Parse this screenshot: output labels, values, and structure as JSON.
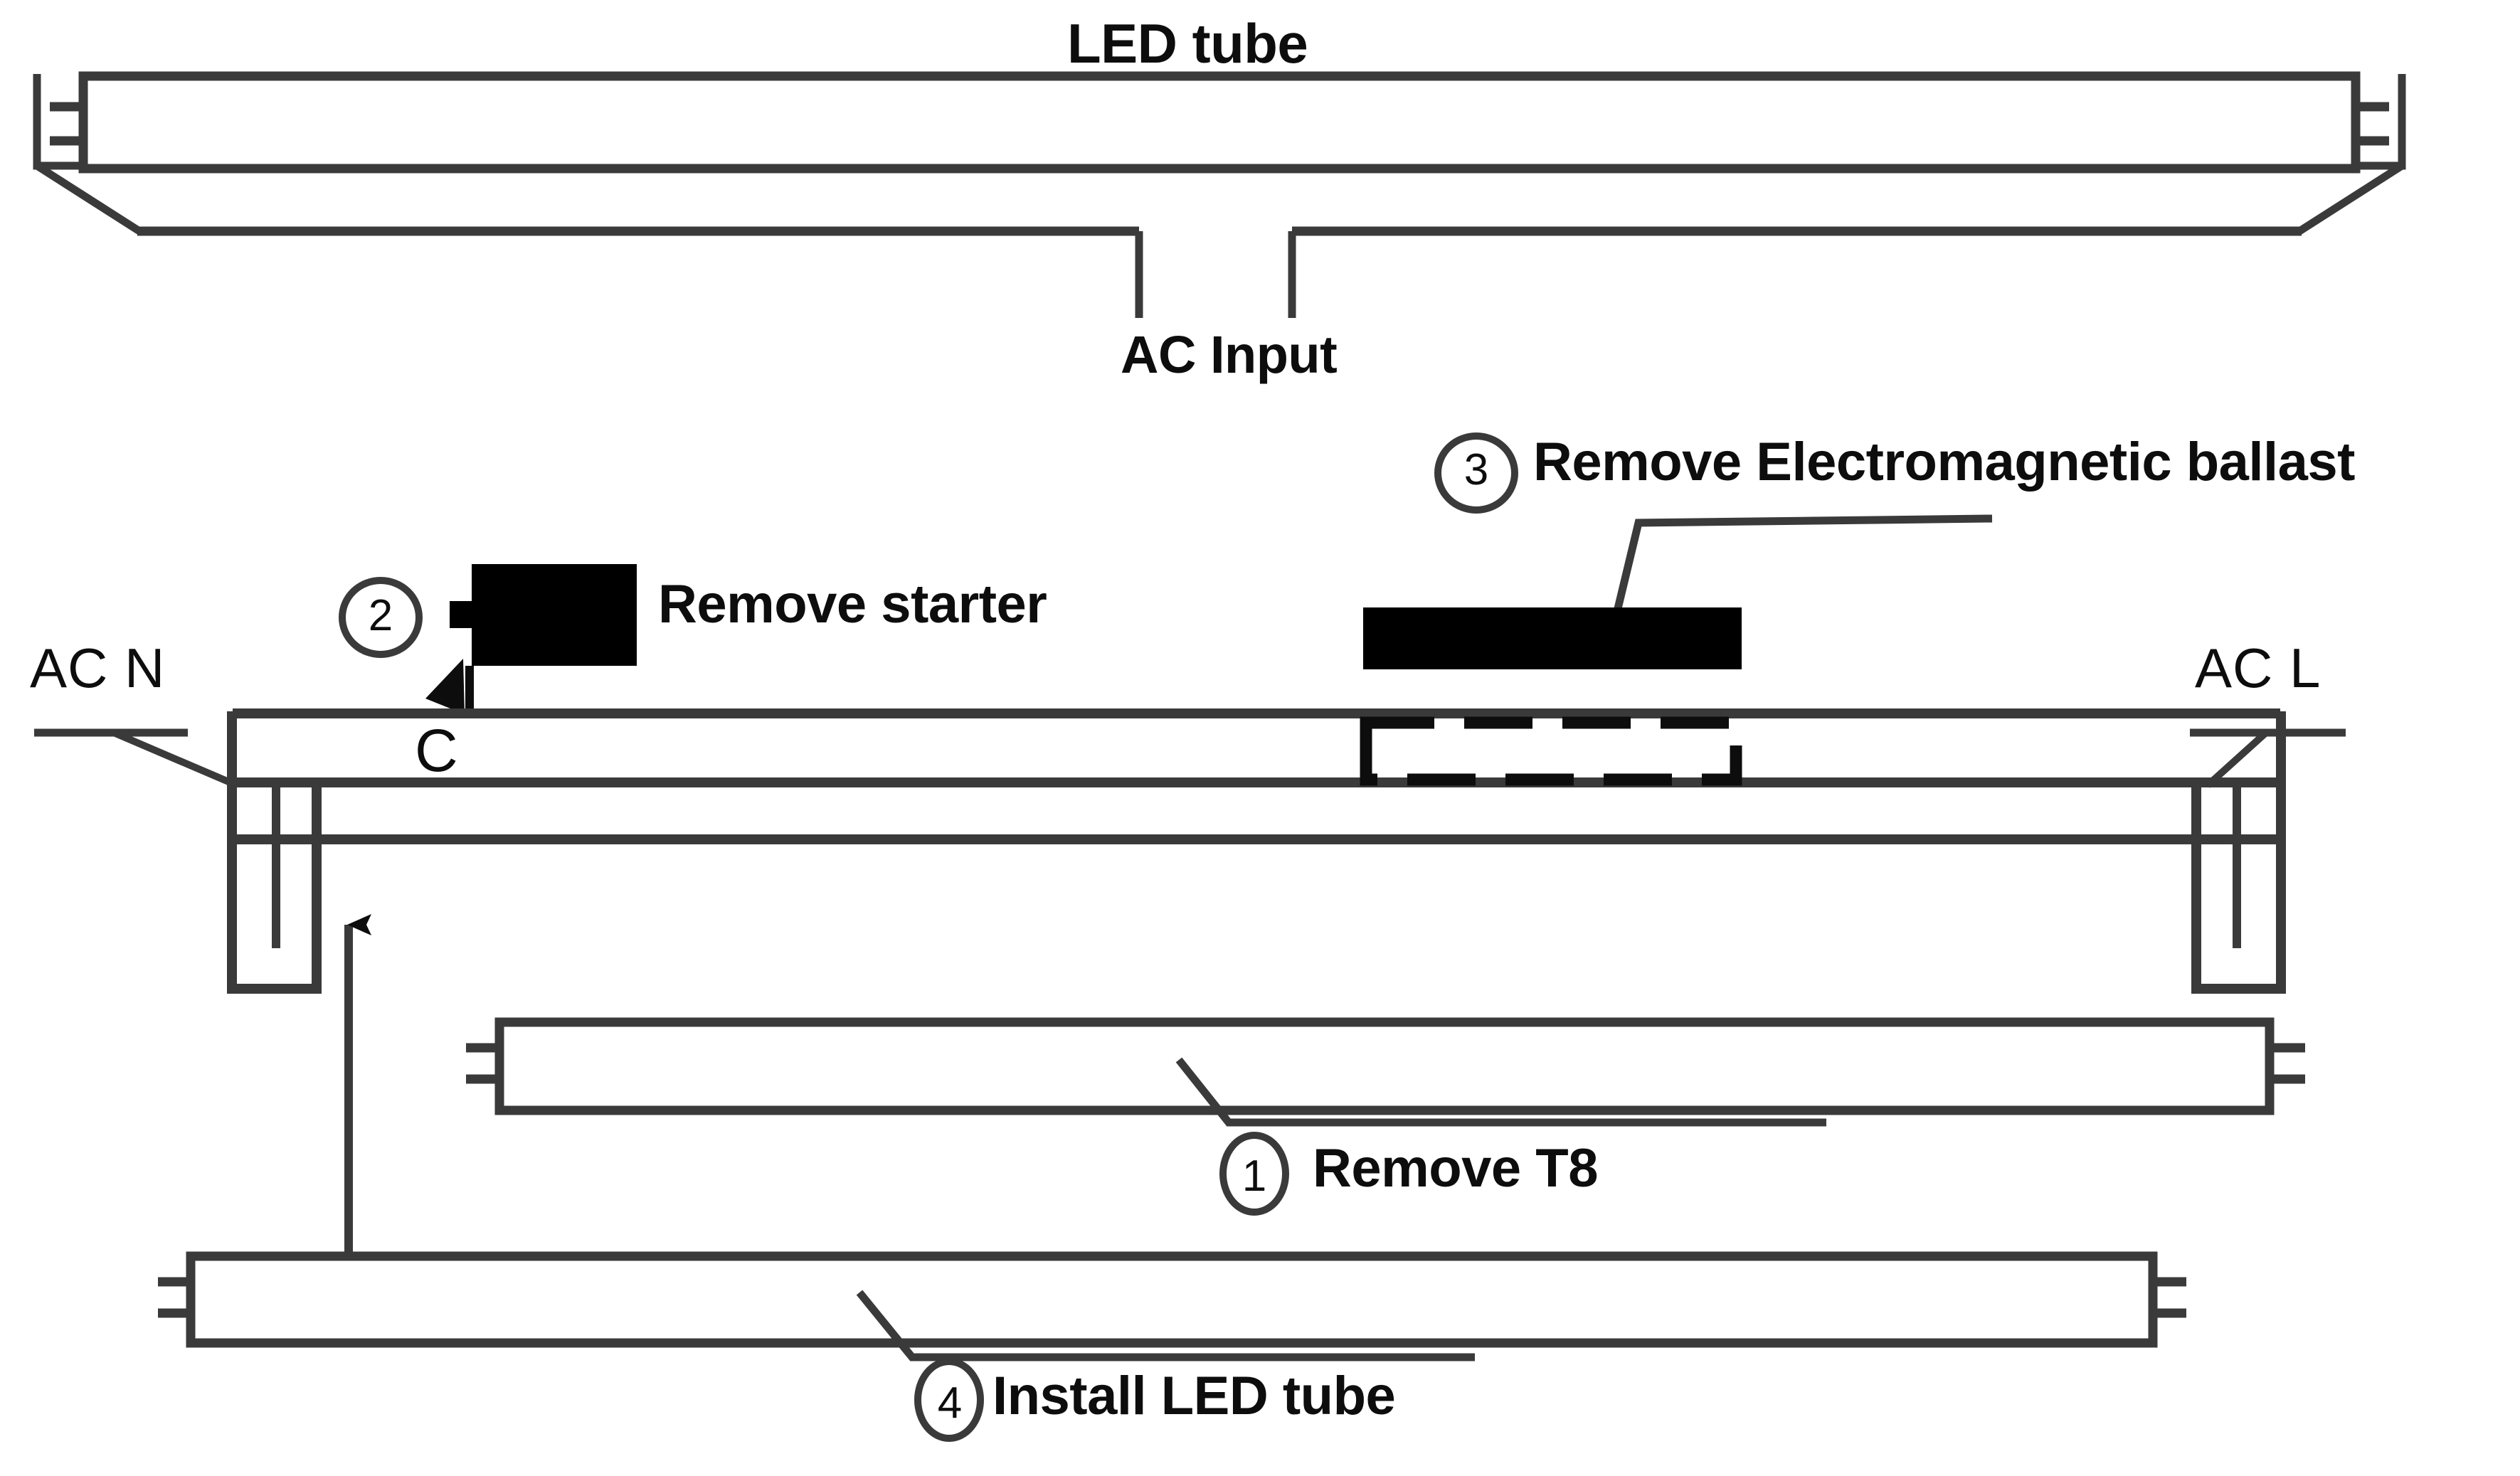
{
  "diagram": {
    "title": "LED tube retrofit wiring / installation diagram",
    "line_color": "#3a3a3a",
    "fill_color": "#000000",
    "background": "#ffffff"
  },
  "labels": {
    "led_tube_top": "LED tube",
    "ac_input": "AC Input",
    "ac_n": "AC N",
    "ac_l": "AC L",
    "capacitor": "C"
  },
  "steps": [
    {
      "number": "1",
      "marker": "①",
      "text": "Remove T8"
    },
    {
      "number": "2",
      "marker": "②",
      "text": "Remove starter"
    },
    {
      "number": "3",
      "marker": "③",
      "text": "Remove Electromagnetic ballast"
    },
    {
      "number": "4",
      "marker": "④",
      "text": "Install LED tube"
    }
  ],
  "step_text": {
    "remove_t8": "Remove T8",
    "remove_starter": "Remove starter",
    "remove_ballast": "Remove Electromagnetic ballast",
    "install_led_tube": "Install LED tube"
  },
  "step_numbers": {
    "one": "1",
    "two": "2",
    "three": "3",
    "four": "4"
  },
  "components": {
    "top_led_tube": "LED tube shown at top with bi-pin ends and AC input leads",
    "fixture_body": "Existing fluorescent fixture housing with lamp holders",
    "starter": "Black starter block",
    "electromagnetic_ballast": "Black electromagnetic ballast block",
    "ballast_outline": "Dashed outline of ballast inside fixture",
    "t8_tube": "T8 fluorescent tube to be removed",
    "replacement_led_tube": "LED tube to be installed"
  }
}
